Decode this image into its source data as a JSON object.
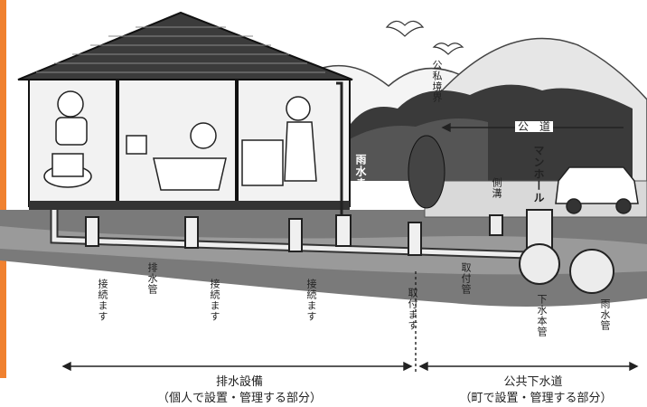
{
  "colors": {
    "accent_bar": "#f0812f",
    "ink": "#222222",
    "sky": "#ffffff"
  },
  "labels": {
    "private_boundary": "公私境界",
    "public_road": "公　道",
    "manhole": "マンホール",
    "rainwater_basin": "雨水ます",
    "side_ditch": "側溝",
    "drain_pipe": "排水管",
    "connect_1": "接続ます",
    "connect_2": "接続ます",
    "connect_3": "接続ます",
    "attach_basin": "取付ます",
    "attach_pipe": "取付管",
    "sewer_main": "下水本管",
    "rain_main": "雨水管"
  },
  "footer": {
    "left_title": "排水設備",
    "left_sub": "（個人で設置・管理する部分）",
    "right_title": "公共下水道",
    "right_sub": "（町で設置・管理する部分）"
  }
}
